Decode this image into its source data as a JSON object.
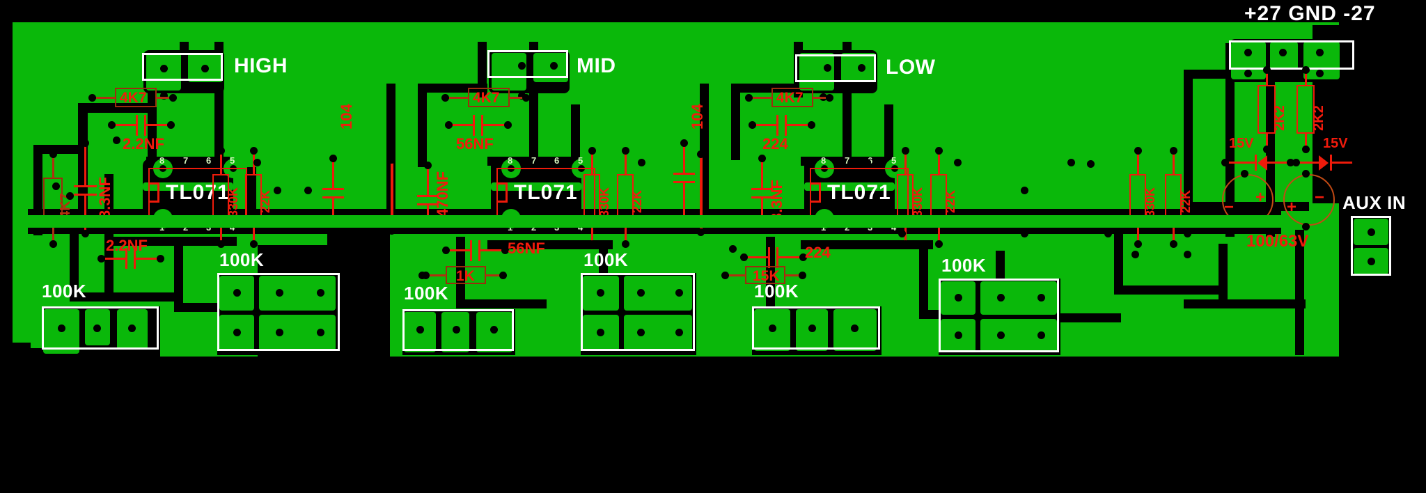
{
  "header": {
    "power_label": "+27 GND -27"
  },
  "board": {
    "color_soldermask": "#0ab80a",
    "color_background": "#000000",
    "color_silkscreen": "#ffffff",
    "color_overlay": "#ee1b0b"
  },
  "connectors": [
    {
      "id": "high",
      "label": "HIGH",
      "pins": 2
    },
    {
      "id": "mid",
      "label": "MID",
      "pins": 2
    },
    {
      "id": "low",
      "label": "LOW",
      "pins": 2
    },
    {
      "id": "power",
      "label": "+27 GND -27",
      "pins": 3
    },
    {
      "id": "aux",
      "label": "AUX IN",
      "pins": 2
    }
  ],
  "ics": [
    {
      "ref": "U1",
      "name": "TL071",
      "pins_top": [
        "8",
        "7",
        "6",
        "5"
      ],
      "pins_bottom": [
        "1",
        "2",
        "3",
        "4"
      ]
    },
    {
      "ref": "U2",
      "name": "TL071",
      "pins_top": [
        "8",
        "7",
        "6",
        "5"
      ],
      "pins_bottom": [
        "1",
        "2",
        "3",
        "4"
      ]
    },
    {
      "ref": "U3",
      "name": "TL071",
      "pins_top": [
        "8",
        "7",
        "6",
        "5"
      ],
      "pins_bottom": [
        "1",
        "2",
        "3",
        "4"
      ]
    }
  ],
  "pots": [
    {
      "label": "100K",
      "channel": "1"
    },
    {
      "label": "100K",
      "channel": "2"
    },
    {
      "label": "100K",
      "channel": "3"
    },
    {
      "label": "100K",
      "channel": "4"
    },
    {
      "label": "100K",
      "channel": "5"
    },
    {
      "label": "100K",
      "channel": "6"
    }
  ],
  "components": {
    "resistors": [
      {
        "value": "4K7",
        "section": "high"
      },
      {
        "value": "4K7",
        "section": "mid"
      },
      {
        "value": "4K7",
        "section": "low"
      },
      {
        "value": "4K7",
        "section": "input"
      },
      {
        "value": "330K",
        "section": "high"
      },
      {
        "value": "22K",
        "section": "high"
      },
      {
        "value": "330K",
        "section": "mid"
      },
      {
        "value": "22K",
        "section": "mid"
      },
      {
        "value": "330K",
        "section": "low"
      },
      {
        "value": "22K",
        "section": "low"
      },
      {
        "value": "330K",
        "section": "output"
      },
      {
        "value": "22K",
        "section": "output"
      },
      {
        "value": "1K",
        "section": "mid"
      },
      {
        "value": "15K",
        "section": "low"
      },
      {
        "value": "2K2",
        "section": "supply-pos"
      },
      {
        "value": "2K2",
        "section": "supply-neg"
      }
    ],
    "capacitors": [
      {
        "value": "2.2NF",
        "section": "high-feedback"
      },
      {
        "value": "2.2NF",
        "section": "high-input"
      },
      {
        "value": "3.3NF",
        "section": "high-bias"
      },
      {
        "value": "104",
        "section": "decoupling-1"
      },
      {
        "value": "56NF",
        "section": "mid-feedback"
      },
      {
        "value": "56NF",
        "section": "mid-input"
      },
      {
        "value": "470NF",
        "section": "mid-bias"
      },
      {
        "value": "104",
        "section": "decoupling-2"
      },
      {
        "value": "224",
        "section": "low-feedback"
      },
      {
        "value": "224",
        "section": "low-input"
      },
      {
        "value": "3.3NF",
        "section": "low-bias"
      },
      {
        "value": "100/63V",
        "section": "supply-filter"
      }
    ],
    "diodes": [
      {
        "value": "15V",
        "section": "supply-pos"
      },
      {
        "value": "15V",
        "section": "supply-neg"
      }
    ]
  },
  "labels": {
    "high": "HIGH",
    "mid": "MID",
    "low": "LOW",
    "aux_in": "AUX IN",
    "pot": "100K",
    "ic": "TL071",
    "r_4k7": "4K7",
    "r_330k": "330K",
    "r_22k": "22K",
    "r_1k": "1K",
    "r_15k": "15K",
    "r_2k2": "2K2",
    "c_22nf": "2.2NF",
    "c_33nf": "3.3NF",
    "c_104": "104",
    "c_56nf": "56NF",
    "c_470nf": "470NF",
    "c_224": "224",
    "c_bulk": "100/63V",
    "d_15v": "15V"
  },
  "pin_numbers": {
    "p1": "1",
    "p2": "2",
    "p3": "3",
    "p4": "4",
    "p5": "5",
    "p6": "6",
    "p7": "7",
    "p8": "8"
  }
}
